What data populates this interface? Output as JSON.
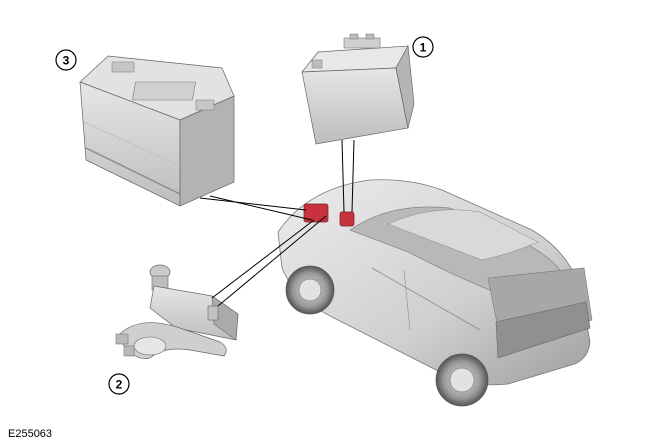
{
  "callouts": [
    {
      "label": "1"
    },
    {
      "label": "2"
    },
    {
      "label": "3"
    }
  ],
  "figure_id": "E255063",
  "colors": {
    "component_fill": "#d8d8d8",
    "component_dark": "#a9a9a9",
    "highlight": "#c8323c",
    "line": "#000000"
  }
}
